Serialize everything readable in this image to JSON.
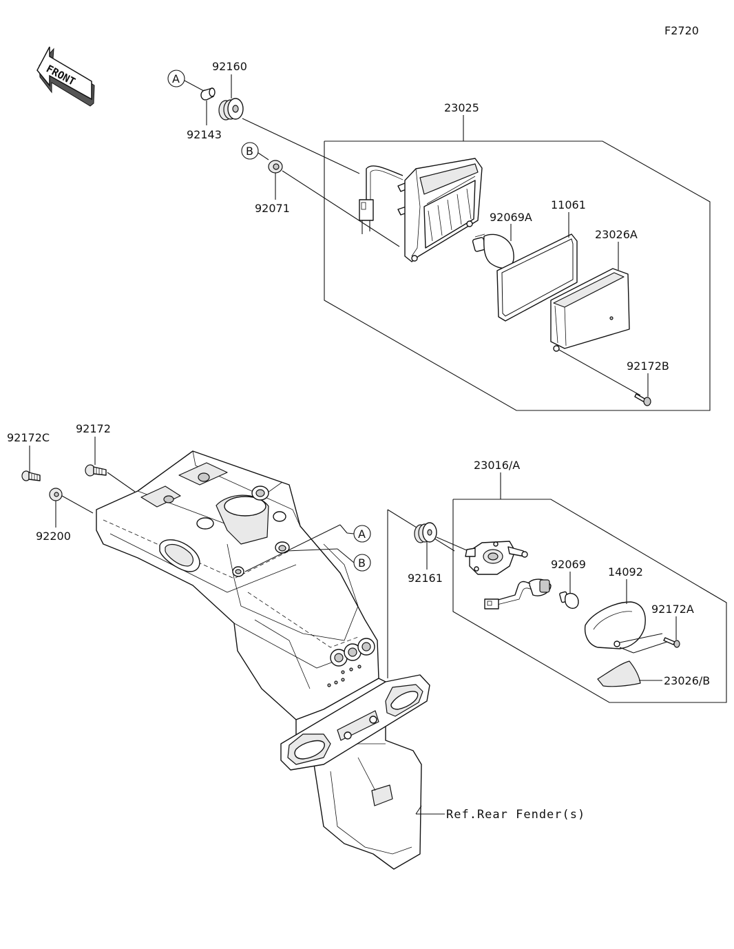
{
  "figure_code": "F2720",
  "front_label": "FRONT",
  "callouts": {
    "a": "A",
    "b": "B"
  },
  "parts": {
    "p92160": "92160",
    "p92143": "92143",
    "p92071": "92071",
    "p23025": "23025",
    "p92069A": "92069A",
    "p11061": "11061",
    "p23026A": "23026A",
    "p92172B": "92172B",
    "p92172C": "92172C",
    "p92172": "92172",
    "p92200": "92200",
    "p23016A": "23016/A",
    "p92161": "92161",
    "p92069": "92069",
    "p14092": "14092",
    "p92172A": "92172A",
    "p23026B": "23026/B"
  },
  "reference_note": "Ref.Rear Fender(s)"
}
